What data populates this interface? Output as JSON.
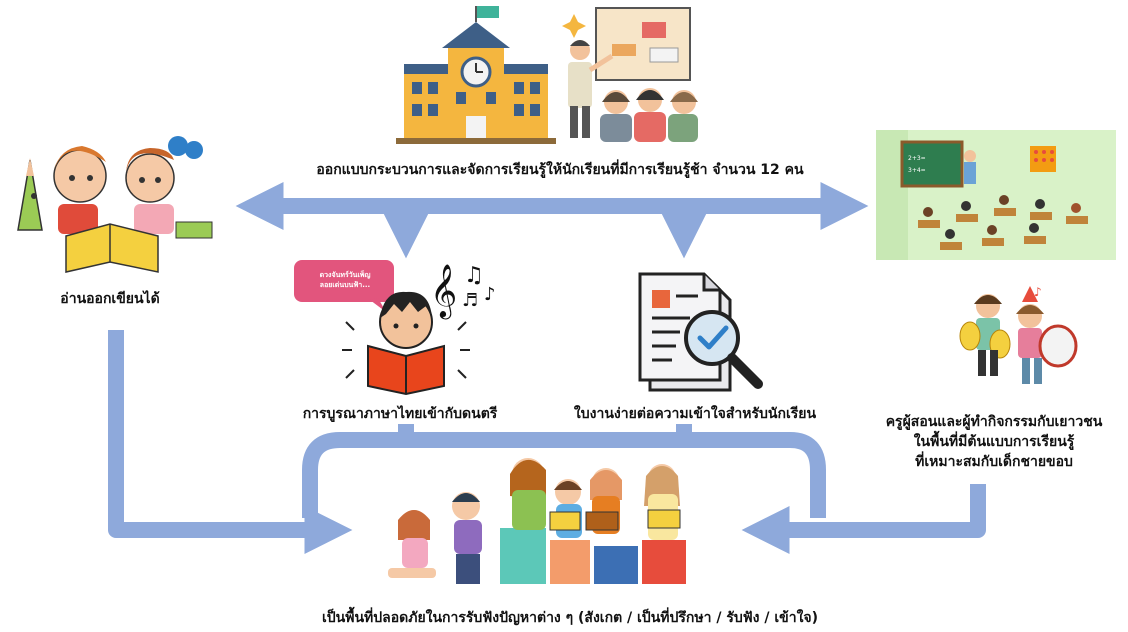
{
  "nodes": {
    "top": "ออกแบบกระบวนการและจัดการเรียนรู้ให้นักเรียนที่มีการเรียนรู้ช้า จำนวน 12 คน",
    "left": "อ่านออกเขียนได้",
    "music": "การบูรณาภาษาไทยเข้ากับดนตรี",
    "sheet": "ใบงานง่ายต่อความเข้าใจสำหรับนักเรียน",
    "right": [
      "ครูผู้สอนและผู้ทำกิจกรรมกับเยาวชน",
      "ในพื้นที่มีต้นแบบการเรียนรู้",
      "ที่เหมาะสมกับเด็กชายขอบ"
    ],
    "bottom": "เป็นพื้นที่ปลอดภัยในการรับฟังปัญหาต่าง ๆ (สังเกต / เป็นที่ปรึกษา / รับฟัง / เข้าใจ)"
  },
  "speech_bubble": [
    "ดวงจันทร์วันเพ็ญ",
    "ลอยเด่นบนฟ้า..."
  ],
  "colors": {
    "arrow": "#8EA9DB",
    "school": "#F4B63F",
    "board": "#F7E5C8",
    "bubble": "#E2557D",
    "book": "#E8451C",
    "classroom": "#D9F2C8"
  },
  "icons": [
    "school-icon",
    "teacher-presentation-icon",
    "kids-reading-icon",
    "classroom-icon",
    "boy-reading-music-icon",
    "music-notes-icon",
    "document-search-icon",
    "kids-marching-band-icon",
    "kids-reading-group-icon"
  ]
}
